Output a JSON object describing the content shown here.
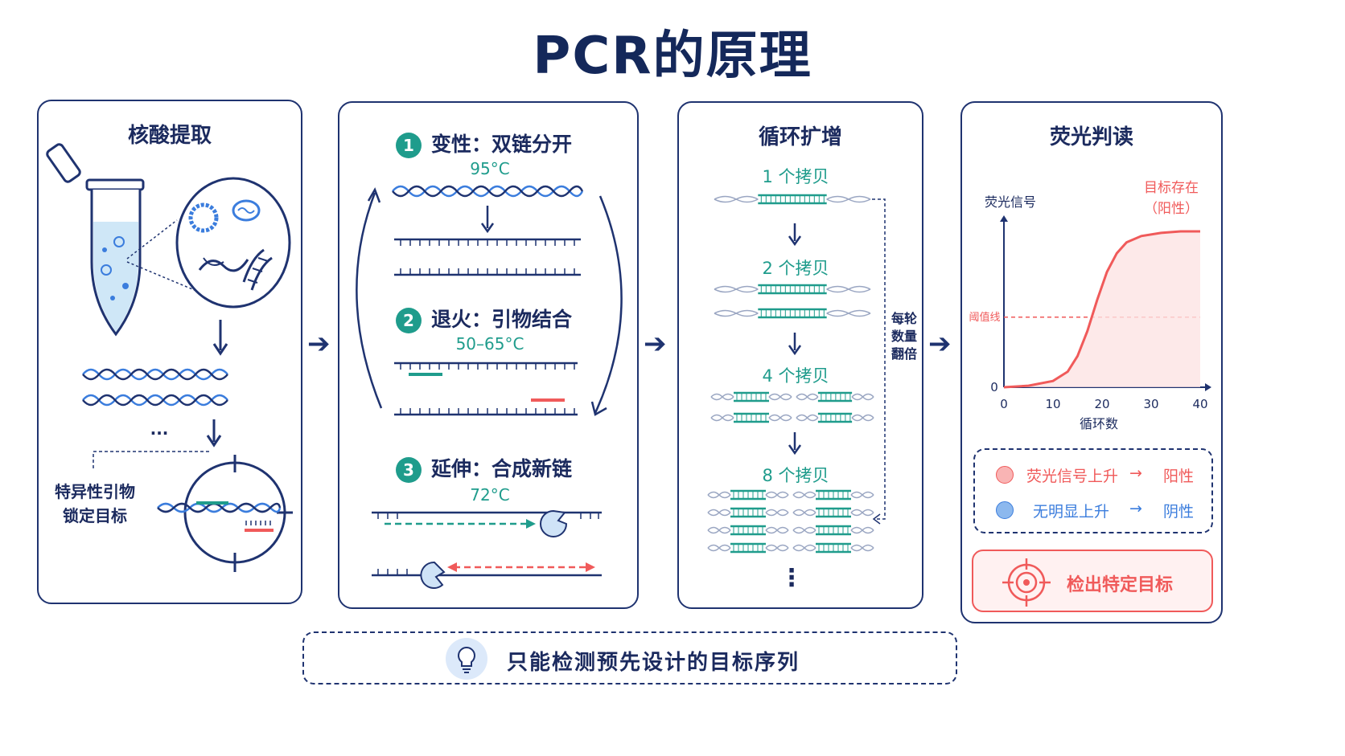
{
  "title": "PCR的原理",
  "panel1": {
    "title": "核酸提取",
    "ellipsis": "...",
    "primer_label_line1": "特异性引物",
    "primer_label_line2": "锁定目标"
  },
  "panel2": {
    "step1": {
      "num": "1",
      "label": "变性：双链分开",
      "temp": "95°C"
    },
    "step2": {
      "num": "2",
      "label": "退火：引物结合",
      "temp": "50–65°C"
    },
    "step3": {
      "num": "3",
      "label": "延伸：合成新链",
      "temp": "72°C"
    }
  },
  "panel3": {
    "title": "循环扩增",
    "copies": [
      "1 个拷贝",
      "2 个拷贝",
      "4 个拷贝",
      "8 个拷贝"
    ],
    "doubling_lines": [
      "每轮",
      "数量",
      "翻倍"
    ],
    "more": "⋮"
  },
  "panel4": {
    "title": "荧光判读",
    "y_axis_label": "荧光信号",
    "x_axis_label": "循环数",
    "target_present_line1": "目标存在",
    "target_present_line2": "（阳性）",
    "threshold_label": "阈值线",
    "y_zero": "0",
    "x_ticks": [
      "0",
      "10",
      "20",
      "30",
      "40"
    ],
    "legend": [
      {
        "text": "荧光信号上升",
        "arrow": "→",
        "result": "阳性",
        "color": "#f05a5a"
      },
      {
        "text": "无明显上升",
        "arrow": "→",
        "result": "阴性",
        "color": "#3b7ddd"
      }
    ],
    "detect_label": "检出特定目标"
  },
  "footer": {
    "text": "只能检测预先设计的目标序列"
  },
  "colors": {
    "navy": "#1f3370",
    "teal": "#1f9c8c",
    "red": "#f05a5a",
    "blue": "#3b7ddd"
  },
  "chart_data": {
    "type": "line",
    "xlabel": "循环数",
    "ylabel": "荧光信号",
    "x_ticks": [
      0,
      10,
      20,
      30,
      40
    ],
    "xlim": [
      0,
      40
    ],
    "series": [
      {
        "name": "目标存在（阳性）",
        "x": [
          0,
          5,
          10,
          13,
          15,
          17,
          19,
          21,
          23,
          25,
          28,
          32,
          36,
          40
        ],
        "y": [
          0.0,
          0.01,
          0.04,
          0.1,
          0.2,
          0.36,
          0.56,
          0.74,
          0.86,
          0.93,
          0.97,
          0.99,
          1.0,
          1.0
        ]
      }
    ],
    "threshold": 0.45
  }
}
